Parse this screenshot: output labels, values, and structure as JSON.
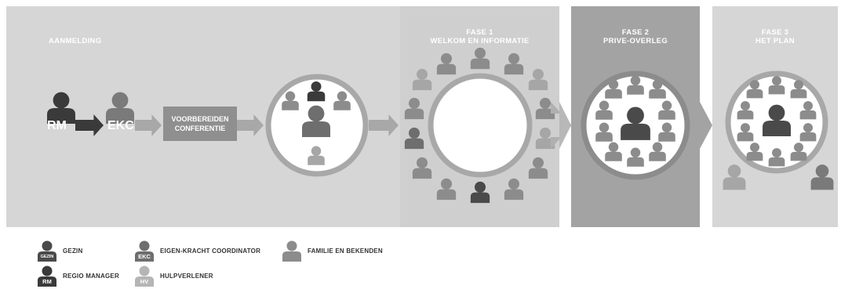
{
  "stages": {
    "aanmelding": {
      "title": "AANMELDING"
    },
    "fase1": {
      "line1": "FASE 1",
      "line2": "WELKOM EN INFORMATIE"
    },
    "fase2": {
      "line1": "FASE 2",
      "line2": "PRIVE-OVERLEG"
    },
    "fase3": {
      "line1": "FASE 3",
      "line2": "HET PLAN"
    }
  },
  "flow": {
    "rm_label": "RM",
    "ekc_label": "EKC",
    "prep_line1": "VOORBEREIDEN",
    "prep_line2": "CONFERENTIE"
  },
  "legend": [
    {
      "badge": "GEZIN",
      "label": "GEZIN",
      "color": "#4a4a4a"
    },
    {
      "badge": "EKC",
      "label": "EIGEN-KRACHT COORDINATOR",
      "color": "#6e6e6e"
    },
    {
      "badge": "",
      "label": "FAMILIE EN BEKENDEN",
      "color": "#8c8c8c"
    },
    {
      "badge": "RM",
      "label": "REGIO MANAGER",
      "color": "#3a3a3a"
    },
    {
      "badge": "HV",
      "label": "HULPVERLENER",
      "color": "#b5b5b5"
    }
  ],
  "colors": {
    "panel_light": "#d6d6d6",
    "panel_mid": "#a3a3a3",
    "arrow": "#a8a8a8",
    "family": "#8c8c8c",
    "family_light": "#a6a6a6",
    "dark": "#4a4a4a",
    "ring": "#a8a8a8"
  }
}
